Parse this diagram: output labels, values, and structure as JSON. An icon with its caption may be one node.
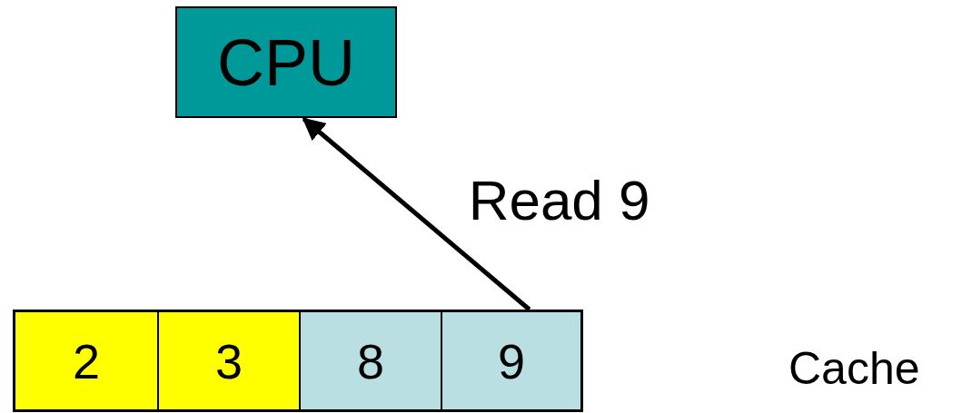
{
  "diagram": {
    "nodes": [
      {
        "text": [
          "CPU"
        ]
      },
      {
        "text": [],
        "shape": "box"
      },
      {
        "text": [
          "2"
        ],
        "in": 1
      },
      {
        "text": [
          "3"
        ],
        "in": 1
      },
      {
        "text": [
          "8"
        ],
        "in": 1
      },
      {
        "text": [
          "9"
        ],
        "in": 1
      }
    ],
    "edges": [
      {
        "from": 5,
        "to": 0,
        "arrow": "to",
        "label": "Read 9"
      }
    ],
    "labels": [
      "Cache"
    ]
  }
}
